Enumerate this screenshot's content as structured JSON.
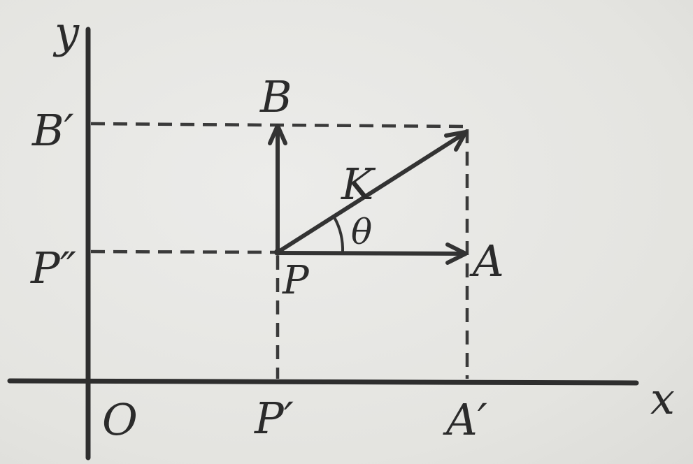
{
  "diagram": {
    "labels": {
      "y_axis": "y",
      "x_axis": "x",
      "origin": "O",
      "point_b": "B",
      "point_b_prime": "B′",
      "point_p": "P",
      "point_p_prime": "P′",
      "point_p_double_prime": "P″",
      "point_a": "A",
      "point_a_prime": "A′",
      "vector_k": "K",
      "angle_theta": "θ"
    }
  }
}
